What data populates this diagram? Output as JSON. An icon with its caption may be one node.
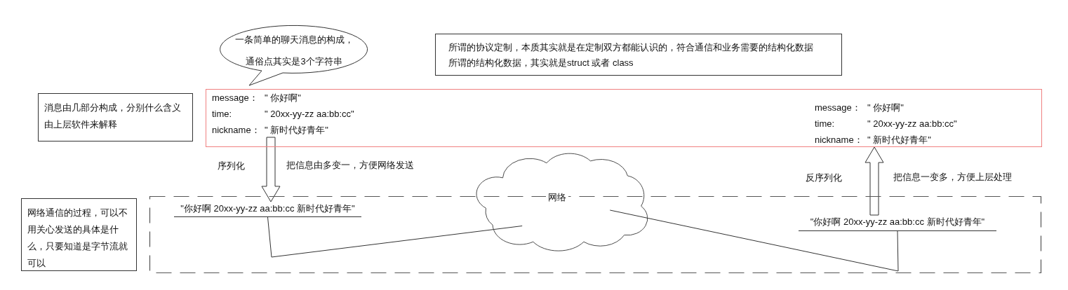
{
  "diagram": {
    "nodes": [
      {
        "text": [
          "一条简单的聊天消息的构成，通俗点其实是3个字符串"
        ]
      },
      {
        "text": [
          "所谓的协议定制，本质其实就是在定制双方都能认识的，符合通信和业务需要的结构化数据",
          "所谓的结构化数据，其实就是struct 或者 class"
        ]
      },
      {
        "text": [
          "消息由几部分构成，分别什么含义由上层软件来解释"
        ]
      },
      {
        "text": [],
        "shape": "box"
      },
      {
        "text": [
          "message：",
          "\" 你好啊\"",
          "time:",
          "\" 20xx-yy-zz aa:bb:cc\"",
          "nickname：",
          "\" 新时代好青年\""
        ],
        "in": 3
      },
      {
        "text": [
          "message：",
          "\" 你好啊\"",
          "time:",
          "\" 20xx-yy-zz aa:bb:cc\"",
          "nickname：",
          "\" 新时代好青年\""
        ],
        "in": 3
      },
      {
        "text": [
          "网络通信的过程，可以不用关心发送的具体是什么，只要知道是字节流就可以"
        ]
      },
      {
        "text": [],
        "shape": "box"
      },
      {
        "text": [
          "\"你好啊 20xx-yy-zz aa:bb:cc 新时代好青年\""
        ],
        "in": 7
      },
      {
        "text": [
          "网络"
        ]
      },
      {
        "text": [
          "\"你好啊 20xx-yy-zz aa:bb:cc 新时代好青年\""
        ],
        "in": 7
      }
    ],
    "edges": [
      {
        "from": 4,
        "to": 8,
        "arrow": "to",
        "label": "序列化"
      },
      {
        "from": 10,
        "to": 5,
        "arrow": "to",
        "label": "反序列化"
      },
      {
        "from": 8,
        "to": 9,
        "arrow": "none"
      },
      {
        "from": 9,
        "to": 10,
        "arrow": "none"
      }
    ],
    "labels": [
      "把信息由多变一，方便网络发送",
      "把信息一变多，方便上层处理"
    ]
  }
}
